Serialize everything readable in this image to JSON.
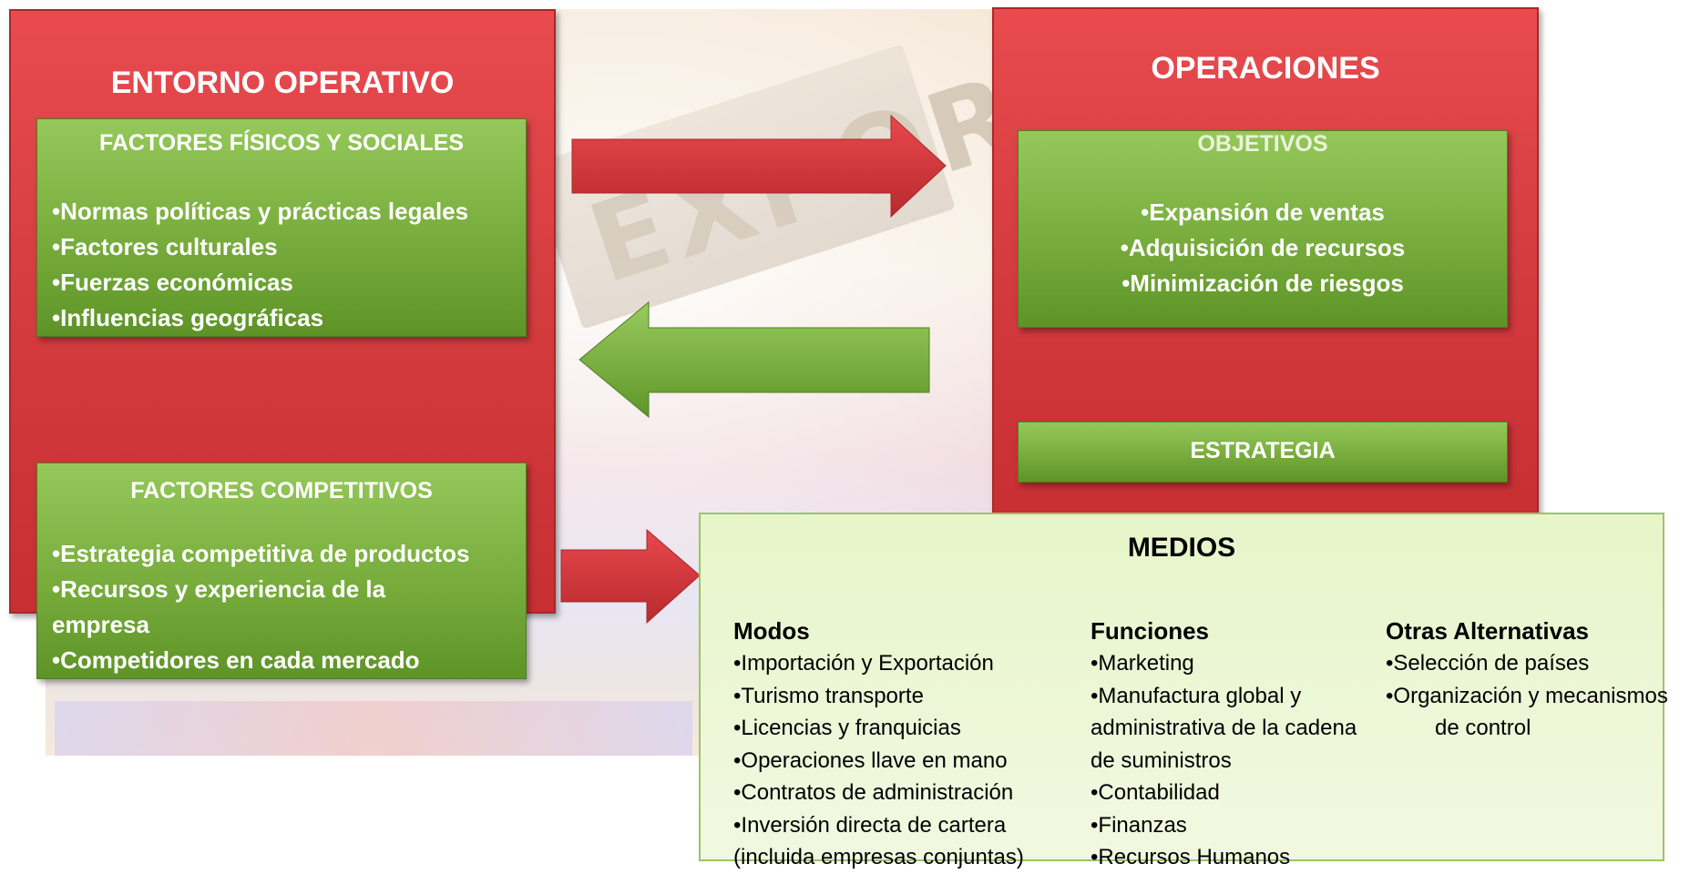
{
  "entorno": {
    "title": "ENTORNO OPERATIVO",
    "fisicos": {
      "title": "FACTORES FÍSICOS Y SOCIALES",
      "items": [
        "•Normas políticas y prácticas legales",
        "•Factores culturales",
        "•Fuerzas económicas",
        "•Influencias geográficas"
      ]
    },
    "competitivos": {
      "title": "FACTORES COMPETITIVOS",
      "items": [
        "•Estrategia competitiva de productos",
        "•Recursos y experiencia de la",
        "empresa",
        "•Competidores en cada mercado"
      ]
    }
  },
  "operaciones": {
    "title": "OPERACIONES",
    "objetivos": {
      "title": "OBJETIVOS",
      "items": [
        "•Expansión de ventas",
        "•Adquisición de recursos",
        "•Minimización de riesgos"
      ]
    },
    "estrategia": {
      "title": "ESTRATEGIA"
    }
  },
  "medios": {
    "title": "MEDIOS",
    "modos": {
      "title": "Modos",
      "items": [
        "•Importación y Exportación",
        "•Turismo  transporte",
        "•Licencias y franquicias",
        "•Operaciones llave en mano",
        "•Contratos de administración",
        "•Inversión directa de cartera",
        "(incluida empresas conjuntas)"
      ]
    },
    "funciones": {
      "title": "Funciones",
      "items": [
        "•Marketing",
        "•Manufactura global y",
        "administrativa de la cadena",
        "de suministros",
        "•Contabilidad",
        "•Finanzas",
        "•Recursos Humanos"
      ]
    },
    "otras": {
      "title": "Otras Alternativas",
      "items": [
        "•Selección de países",
        "•Organización y mecanismos",
        "de control"
      ]
    }
  },
  "background": {
    "sign_text": "EXPORT"
  },
  "colors": {
    "red": "#d23a3d",
    "green": "#78ad3d",
    "light_green": "#e7f5c9"
  }
}
